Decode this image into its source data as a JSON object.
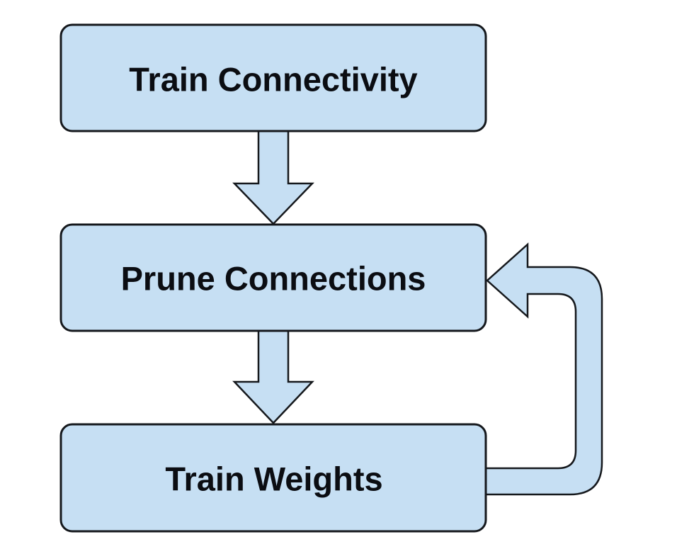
{
  "diagram": {
    "type": "flowchart",
    "colors": {
      "node_fill": "#c6dff3",
      "stroke": "#15181c",
      "text": "#0b0d12",
      "background": "#ffffff"
    },
    "nodes": [
      {
        "id": "train-connectivity",
        "label": "Train Connectivity"
      },
      {
        "id": "prune-connections",
        "label": "Prune Connections"
      },
      {
        "id": "train-weights",
        "label": "Train Weights"
      }
    ],
    "edges": [
      {
        "from": "train-connectivity",
        "to": "prune-connections",
        "style": "block-arrow-down"
      },
      {
        "from": "prune-connections",
        "to": "train-weights",
        "style": "block-arrow-down"
      },
      {
        "from": "train-weights",
        "to": "prune-connections",
        "style": "block-arrow-loop-back"
      }
    ]
  }
}
